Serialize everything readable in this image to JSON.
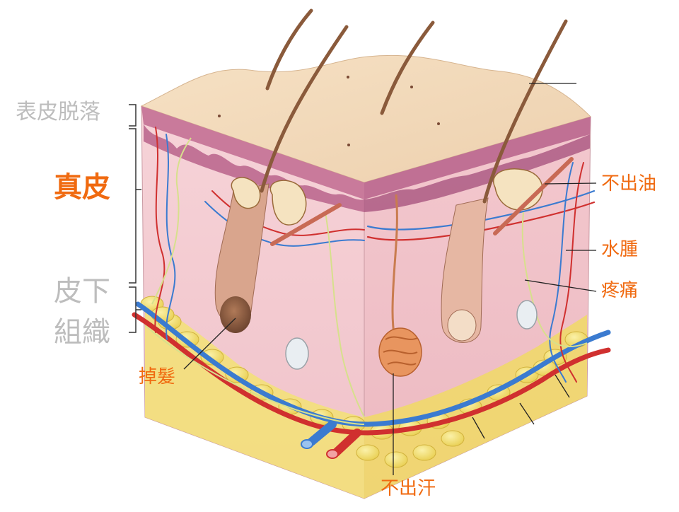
{
  "labels": {
    "epidermis_shedding": "表皮脱落",
    "dermis": "真皮",
    "subcutaneous_line1": "皮下",
    "subcutaneous_line2": "組織",
    "no_oil": "不出油",
    "swelling": "水腫",
    "pain": "疼痛",
    "hair_loss": "掉髮",
    "no_sweat": "不出汗"
  },
  "colors": {
    "gray_label": "#bdbdbd",
    "orange_label": "#f06a10",
    "skin_surface": "#f3d9b7",
    "epidermis_layer": "#c97a9b",
    "dermis": "#f4c9cf",
    "fat": "#f3e07a",
    "hair": "#8a5a3b",
    "vein": "#3b7bd0",
    "artery": "#d0302f"
  }
}
